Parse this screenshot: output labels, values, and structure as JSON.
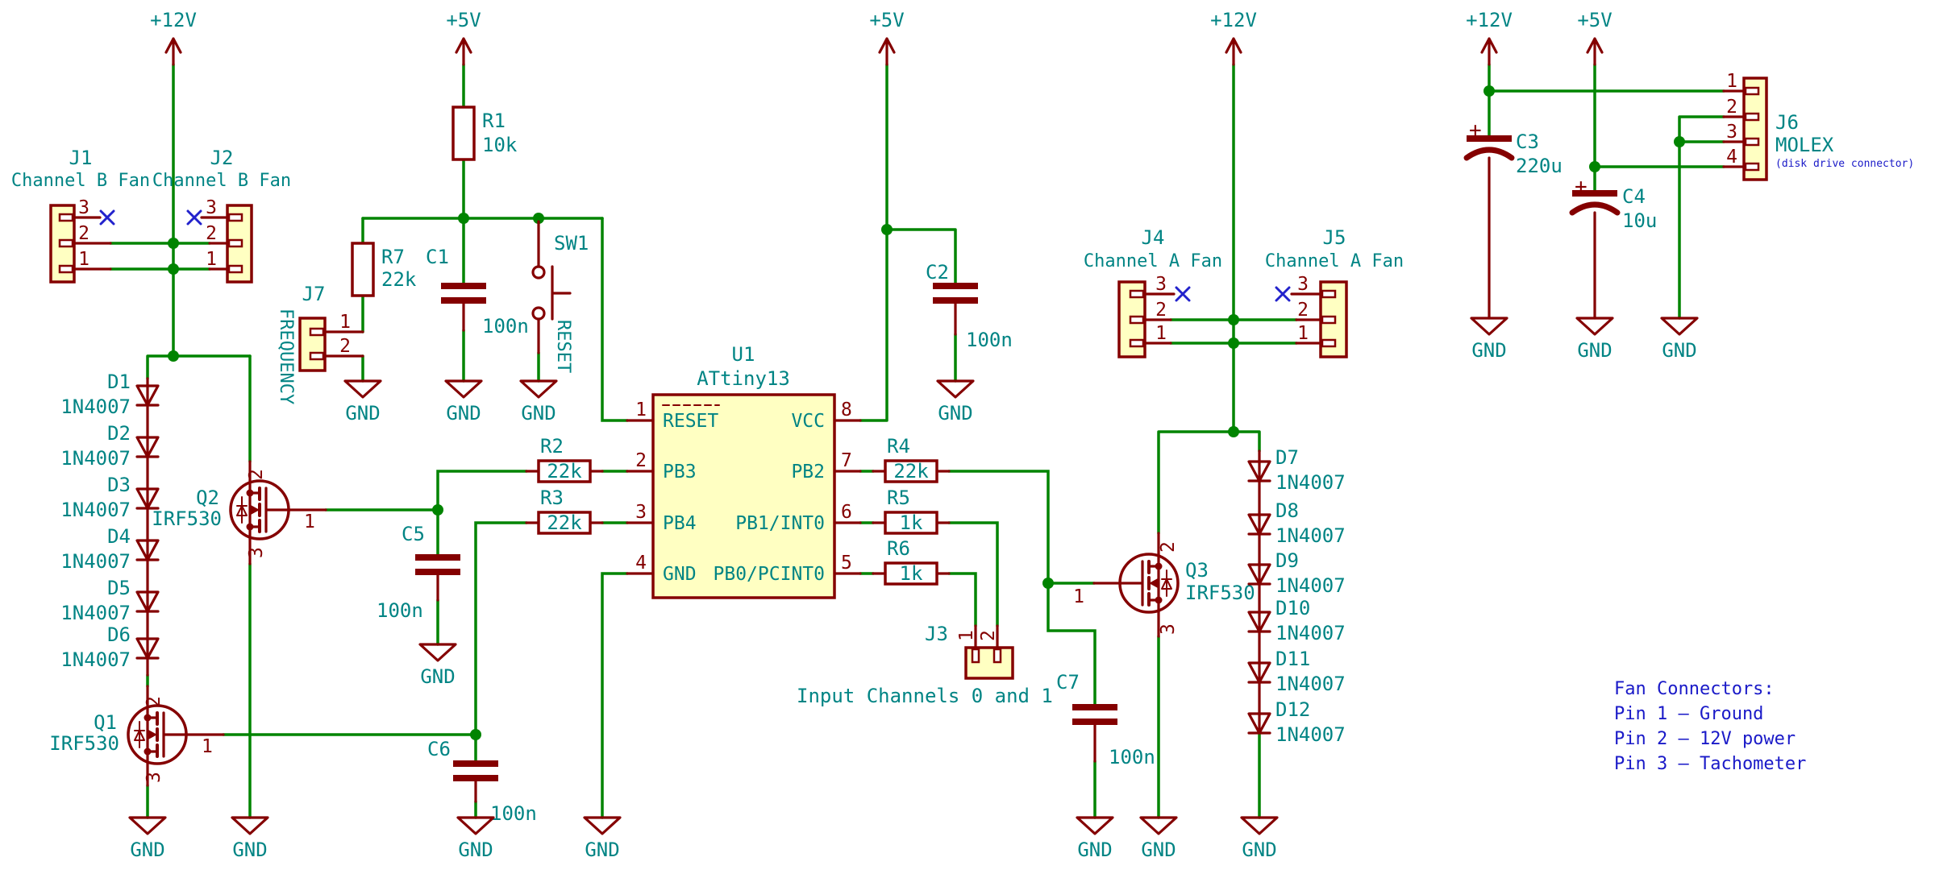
{
  "colors": {
    "wire": "#008400",
    "symbol": "#840000",
    "label": "#008484",
    "note_blue": "#1A1AC8",
    "box_fill": "#FFFFC2"
  },
  "labels": {
    "gnd": "GND",
    "p12": "+12V",
    "p5": "+5V"
  },
  "parts": {
    "j1": {
      "ref": "J1",
      "name": "Channel B Fan",
      "pins": {
        "p1": "1",
        "p2": "2",
        "p3": "3"
      }
    },
    "j2": {
      "ref": "J2",
      "name": "Channel B Fan",
      "pins": {
        "p1": "1",
        "p2": "2",
        "p3": "3"
      }
    },
    "j3": {
      "ref": "J3",
      "pins": {
        "p1": "1",
        "p2": "2"
      }
    },
    "j4": {
      "ref": "J4",
      "name": "Channel A Fan",
      "pins": {
        "p1": "1",
        "p2": "2",
        "p3": "3"
      }
    },
    "j5": {
      "ref": "J5",
      "name": "Channel A Fan",
      "pins": {
        "p1": "1",
        "p2": "2",
        "p3": "3"
      }
    },
    "j6": {
      "ref": "J6",
      "value": "MOLEX",
      "note": "(disk drive connector)",
      "pins": {
        "p1": "1",
        "p2": "2",
        "p3": "3",
        "p4": "4"
      }
    },
    "j7": {
      "ref": "J7",
      "name": "FREQUENCY",
      "pins": {
        "p1": "1",
        "p2": "2"
      }
    },
    "r1": {
      "ref": "R1",
      "value": "10k"
    },
    "r2": {
      "ref": "R2",
      "value": "22k"
    },
    "r3": {
      "ref": "R3",
      "value": "22k"
    },
    "r4": {
      "ref": "R4",
      "value": "22k"
    },
    "r5": {
      "ref": "R5",
      "value": "1k"
    },
    "r6": {
      "ref": "R6",
      "value": "1k"
    },
    "r7": {
      "ref": "R7",
      "value": "22k"
    },
    "c1": {
      "ref": "C1",
      "value": "100n"
    },
    "c2": {
      "ref": "C2",
      "value": "100n"
    },
    "c3": {
      "ref": "C3",
      "value": "220u",
      "plus": "+"
    },
    "c4": {
      "ref": "C4",
      "value": "10u",
      "plus": "+"
    },
    "c5": {
      "ref": "C5",
      "value": "100n"
    },
    "c6": {
      "ref": "C6",
      "value": "100n"
    },
    "c7": {
      "ref": "C7",
      "value": "100n"
    },
    "d1": {
      "ref": "D1",
      "value": "1N4007"
    },
    "d2": {
      "ref": "D2",
      "value": "1N4007"
    },
    "d3": {
      "ref": "D3",
      "value": "1N4007"
    },
    "d4": {
      "ref": "D4",
      "value": "1N4007"
    },
    "d5": {
      "ref": "D5",
      "value": "1N4007"
    },
    "d6": {
      "ref": "D6",
      "value": "1N4007"
    },
    "d7": {
      "ref": "D7",
      "value": "1N4007"
    },
    "d8": {
      "ref": "D8",
      "value": "1N4007"
    },
    "d9": {
      "ref": "D9",
      "value": "1N4007"
    },
    "d10": {
      "ref": "D10",
      "value": "1N4007"
    },
    "d11": {
      "ref": "D11",
      "value": "1N4007"
    },
    "d12": {
      "ref": "D12",
      "value": "1N4007"
    },
    "q1": {
      "ref": "Q1",
      "value": "IRF530",
      "pins": {
        "g": "1",
        "d": "2",
        "s": "3"
      }
    },
    "q2": {
      "ref": "Q2",
      "value": "IRF530",
      "pins": {
        "g": "1",
        "d": "2",
        "s": "3"
      }
    },
    "q3": {
      "ref": "Q3",
      "value": "IRF530",
      "pins": {
        "g": "1",
        "d": "2",
        "s": "3"
      }
    },
    "sw1": {
      "ref": "SW1",
      "label": "RESET"
    },
    "u1": {
      "ref": "U1",
      "value": "ATtiny13",
      "pins": {
        "left": [
          {
            "num": "1",
            "name": "RESET"
          },
          {
            "num": "2",
            "name": "PB3"
          },
          {
            "num": "3",
            "name": "PB4"
          },
          {
            "num": "4",
            "name": "GND"
          }
        ],
        "right": [
          {
            "num": "8",
            "name": "VCC"
          },
          {
            "num": "7",
            "name": "PB2"
          },
          {
            "num": "6",
            "name": "PB1/INT0"
          },
          {
            "num": "5",
            "name": "PB0/PCINT0"
          }
        ]
      }
    }
  },
  "notes": {
    "input_channels": "Input Channels 0 and 1",
    "fan": {
      "title": "Fan Connectors:",
      "line1": "Pin 1 – Ground",
      "line2": "Pin 2 – 12V power",
      "line3": "Pin 3 – Tachometer"
    }
  }
}
